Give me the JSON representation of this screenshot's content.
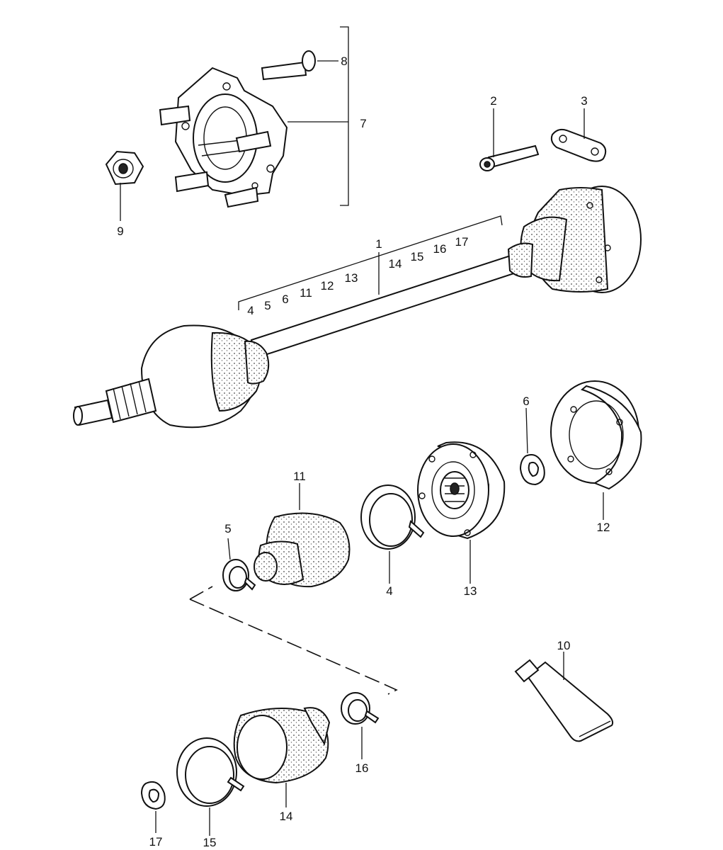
{
  "diagram": {
    "callouts": {
      "p1": "1",
      "p2": "2",
      "p3": "3",
      "p4": "4",
      "p5": "5",
      "p6": "6",
      "p7": "7",
      "p8": "8",
      "p9": "9",
      "p10": "10",
      "p11": "11",
      "p12": "12",
      "p13": "13",
      "p14": "14",
      "p15": "15",
      "p16": "16",
      "p17": "17"
    },
    "bracket_left": [
      "4",
      "5",
      "6",
      "11",
      "12",
      "13"
    ],
    "bracket_right": [
      "14",
      "15",
      "16",
      "17"
    ]
  }
}
